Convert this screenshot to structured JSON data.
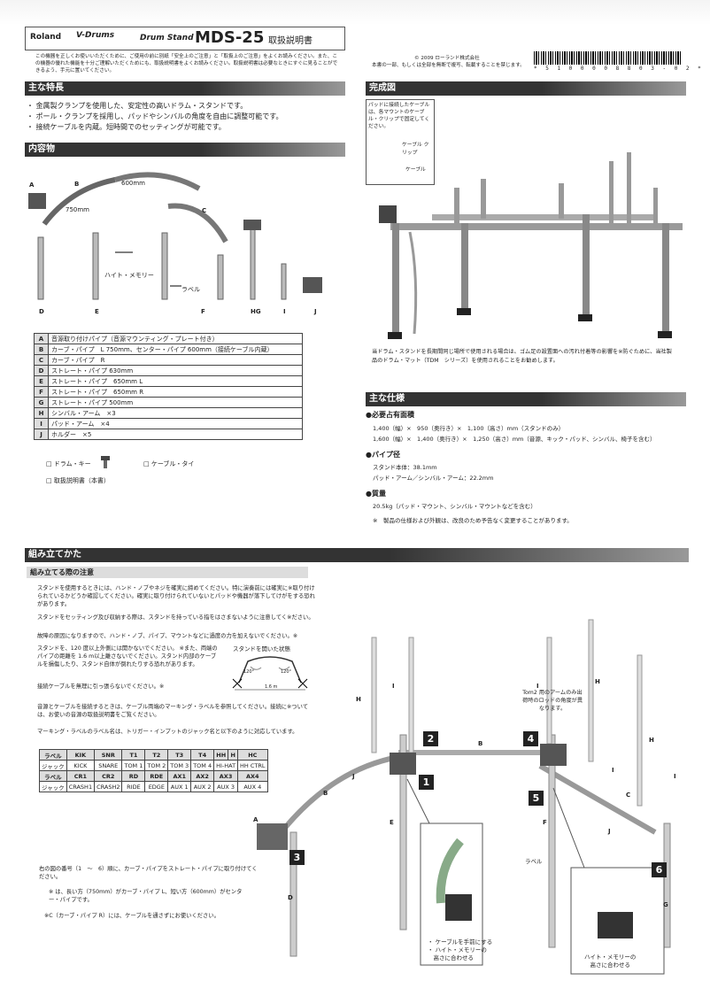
{
  "header": {
    "brand": "Roland",
    "series": "V-Drums",
    "product": "Drum Stand",
    "model": "MDS-25",
    "subtitle": "取扱説明書",
    "intro": "この機器を正しくお使いいただくために、ご使用の前に別紙「安全上のご注意」と「取扱上のご注意」をよくお読みください。また、この機器の優れた機能を十分ご理解いただくためにも、取扱説明書をよくお読みください。取扱説明書は必要なときにすぐに見ることができるよう、手元に置いてください。",
    "copyright": "© 2009 ローランド株式会社",
    "copyright_note": "本書の一部、もしくは全部を無断で複写、転載することを禁じます。",
    "barcode_number": "* 5 1 0 0 0 0 8 8 0 3 - 0 2 *"
  },
  "features": {
    "title": "主な特長",
    "items": [
      "・ 金属製クランプを使用した、安定性の高いドラム・スタンドです。",
      "・ ポール・クランプを採用し、パッドやシンバルの角度を自由に調整可能です。",
      "・ 接続ケーブルを内蔵。短時間でのセッティングが可能です。"
    ]
  },
  "contents": {
    "title": "内容物",
    "dims": {
      "d600": "600mm",
      "d750": "750mm"
    },
    "part_letters": {
      "A": "A",
      "B": "B",
      "C": "C",
      "D": "D",
      "E": "E",
      "F": "F",
      "HG": "HG",
      "I": "I",
      "J": "J"
    },
    "height_memory": "ハイト・メモリー",
    "label_tag": "ラベル",
    "table": [
      {
        "k": "A",
        "v": "音源取り付けパイプ（音源マウンティング・プレート付き）"
      },
      {
        "k": "B",
        "v": "カーブ・パイプ　L 750mm、センター・パイプ 600mm（接続ケーブル内蔵）"
      },
      {
        "k": "C",
        "v": "カーブ・パイプ　R"
      },
      {
        "k": "D",
        "v": "ストレート・パイプ 630mm"
      },
      {
        "k": "E",
        "v": "ストレート・パイプ　650mm L"
      },
      {
        "k": "F",
        "v": "ストレート・パイプ　650mm R"
      },
      {
        "k": "G",
        "v": "ストレート・パイプ 500mm"
      },
      {
        "k": "H",
        "v": "シンバル・アーム　×3"
      },
      {
        "k": "I",
        "v": "パッド・アーム　×4"
      },
      {
        "k": "J",
        "v": "ホルダー　×5"
      }
    ],
    "extras": [
      "□ ドラム・キー",
      "□ ケーブル・タイ",
      "□ 取扱説明書（本書）"
    ]
  },
  "complete": {
    "title": "完成図",
    "callout": "パッドに接続したケーブルは、各マウントのケーブル・クリップで固定してください。",
    "clip": "ケーブル クリップ",
    "cable": "ケーブル",
    "note": "当ドラム・スタンドを長期間同じ場所で使用される場合は、ゴム足の設置面への汚れ付着等の影響を※防ぐために、当社製品のドラム・マット（TDM　シリーズ）を使用されることをお勧めします。"
  },
  "specs": {
    "title": "主な仕様",
    "groups": [
      {
        "head": "●必要占有面積",
        "lines": [
          "1,400（幅）×　950（奥行き）×　1,100（高さ）mm（スタンドのみ）",
          "1,600（幅）×　1,400（奥行き）×　1,250（高さ）mm（音源、キック・パッド、シンバル、椅子を含む）"
        ]
      },
      {
        "head": "●パイプ径",
        "lines": [
          "スタンド本体：38.1mm",
          "パッド・アーム／シンバル・アーム：22.2mm"
        ]
      },
      {
        "head": "●質量",
        "lines": [
          "20.5kg（パッド・マウント、シンバル・マウントなどを含む）"
        ]
      }
    ],
    "footnote": "※　製品の仕様および外観は、改良のため予告なく変更することがあります。"
  },
  "assembly": {
    "title": "組み立てかた",
    "subtitle": "組み立てる際の注意",
    "paras": [
      "スタンドを使用するときには、ハンド・ノブやネジを確実に締めてください。特に演奏前には確実に※取り付けられているかどうか確認してください。確実に取り付けられていないとパッドや機器が落下してけがをする恐れがあります。",
      "スタンドをセッティング及び収納する際は、スタンドを持っている指をはさまないように注意してく※ださい。",
      "故障の原因になりますので、ハンド・ノブ、パイプ、マウントなどに過度の力を加えないでください。※",
      "スタンドを、120 度以上外側には開かないでください。 ※また、両端のパイプの距離を 1.6 m以上離さないでください。スタンド内部のケーブルを損傷したり、スタンド自体が倒れたりする恐れがあります。",
      "接続ケーブルを無理に引っ張らないでください。※",
      "音源とケーブルを接続するときは、ケーブル両端のマーキング・ラベルを参照してください。接続に※ついては、お使いの音源の取扱説明書をご覧ください。",
      "マーキング・ラベルのラベル名は、トリガー・インプットのジャック名と以下のように対応しています。"
    ],
    "open_state": "スタンドを開いた状態",
    "angle": "120°",
    "distance": "1.6 m",
    "label_table": [
      {
        "type": "label",
        "cells": [
          "ラベル",
          "KIK",
          "SNR",
          "T1",
          "T2",
          "T3",
          "T4",
          "HH",
          "H",
          "HC"
        ]
      },
      {
        "type": "jack",
        "cells": [
          "ジャック",
          "KICK",
          "SNARE",
          "TOM 1",
          "TOM 2",
          "TOM 3",
          "TOM 4",
          "HI-HAT",
          "HH CTRL"
        ]
      },
      {
        "type": "label",
        "cells": [
          "ラベル",
          "CR1",
          "CR2",
          "RD",
          "RDE",
          "AX1",
          "AX2",
          "AX3",
          "AX4"
        ]
      },
      {
        "type": "jack",
        "cells": [
          "ジャック",
          "CRASH1",
          "CRASH2",
          "RIDE",
          "EDGE",
          "AUX 1",
          "AUX 2",
          "AUX 3",
          "AUX 4"
        ]
      }
    ],
    "steps_intro": "右の図の番号（1　～　6）順に、カーブ・パイプをストレート・パイプに取り付けてください。",
    "steps_note1": "※ は、長い方（750mm）がカーブ・パイプ L、短い方（600mm）がセンター・パイプです。",
    "steps_note2": "※C（カーブ・パイプ R）には、ケーブルを通さずにお使いください。",
    "tom2_note": "Tom2 用のアームのみ出荷時のロッドの角度が異なります。",
    "label_tag": "ラベル",
    "step_numbers": [
      "1",
      "2",
      "3",
      "4",
      "5",
      "6"
    ],
    "cap_left": [
      "・ ケーブルを手前にする",
      "・ ハイト・メモリーの",
      "　高さに合わせる"
    ],
    "cap_right": [
      "ハイト・メモリーの",
      "高さに合わせる"
    ],
    "diagram_letters": [
      "A",
      "B",
      "B",
      "C",
      "D",
      "E",
      "F",
      "G",
      "H",
      "H",
      "H",
      "I",
      "I",
      "I",
      "I",
      "J",
      "J"
    ]
  }
}
